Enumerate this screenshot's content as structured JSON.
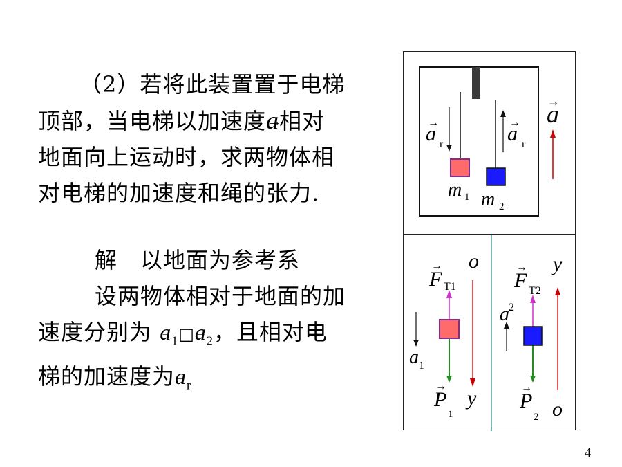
{
  "problem": {
    "lines": [
      "（2）若将此装置置于电梯",
      "顶部，当电梯以加速度",
      "相对",
      "地面向上运动时，求两物体相",
      "对电梯的加速度和绳的张力."
    ]
  },
  "solution": {
    "line1": "解　以地面为参考系",
    "line2": "设两物体相对于地面的加",
    "line3a": "速度分别为",
    "line3b": "，且相对电",
    "line4": "梯的加速度为"
  },
  "symbols": {
    "a": "a",
    "a_r_base": "a",
    "r_sub": "r",
    "a1_base": "a",
    "sub1": "1",
    "sub2": "2",
    "box_char": "□"
  },
  "elevator": {
    "ar_left": "a",
    "ar_left_sub": "r",
    "ar_right": "a",
    "ar_right_sub": "r",
    "accel": "a",
    "m1": "m",
    "m1_sub": "1",
    "m2": "m",
    "m2_sub": "2"
  },
  "fbd_left": {
    "tension": "F",
    "tension_sub": "T1",
    "origin": "o",
    "accel": "a",
    "accel_sub": "1",
    "weight": "P",
    "weight_sub": "1",
    "axis": "y"
  },
  "fbd_right": {
    "tension": "F",
    "tension_sub": "T2",
    "axis": "y",
    "accel": "a",
    "accel_sub": "2",
    "weight": "P",
    "weight_sub": "2",
    "origin": "o"
  },
  "slide_number": "4",
  "colors": {
    "mass1_fill": "#ff6b6b",
    "mass1_border": "#8b2a8b",
    "mass2_fill": "#1a1aff",
    "tension_arrow": "#cc33cc",
    "weight_arrow": "#228b22",
    "axis_arrow": "#cc0000"
  }
}
